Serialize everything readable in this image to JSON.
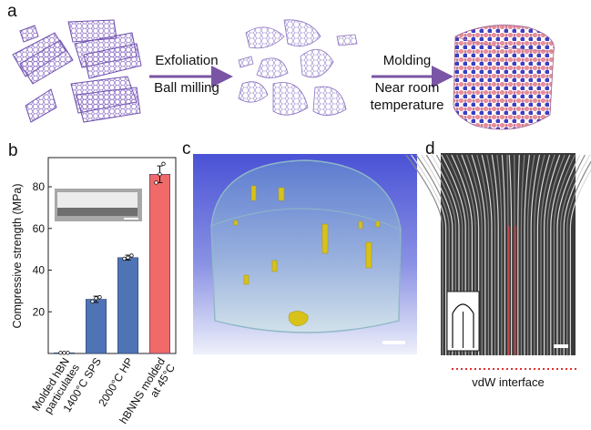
{
  "panels": {
    "a": {
      "letter": "a",
      "step1": {
        "line1": "Exfoliation",
        "line2": "Ball milling"
      },
      "step2": {
        "line1": "Molding",
        "line2": "Near room",
        "line3": "temperature"
      }
    },
    "b": {
      "letter": "b"
    },
    "c": {
      "letter": "c"
    },
    "d": {
      "letter": "d",
      "interface_label": "vdW interface"
    }
  },
  "colors": {
    "sheet": "#7b5fb4",
    "bar_blue": "#4f74b6",
    "bar_red": "#f06a6a",
    "arrow": "#7a55a6",
    "atom_pink": "#e58f9a",
    "atom_blue": "#3c3fbf"
  },
  "chart_data": {
    "type": "bar",
    "ylabel": "Compressive strength (MPa)",
    "ylim": [
      0,
      94
    ],
    "yticks": [
      20,
      40,
      60,
      80
    ],
    "categories": [
      {
        "line1": "Molded hBN",
        "line2": "particulates"
      },
      {
        "line1": "1400°C SPS",
        "line2": ""
      },
      {
        "line1": "2000°C HP",
        "line2": ""
      },
      {
        "line1": "hBNNS molded",
        "line2": "at 45°C"
      }
    ],
    "values": [
      0.3,
      26,
      46,
      86
    ],
    "errors": [
      0.2,
      1.5,
      1.2,
      4
    ],
    "points": [
      [
        0.3,
        0.3,
        0.3
      ],
      [
        25,
        26.5,
        27
      ],
      [
        45.5,
        46,
        47
      ],
      [
        82,
        86,
        91
      ]
    ],
    "bar_colors": [
      "#4f74b6",
      "#4f74b6",
      "#4f74b6",
      "#f06a6a"
    ]
  }
}
